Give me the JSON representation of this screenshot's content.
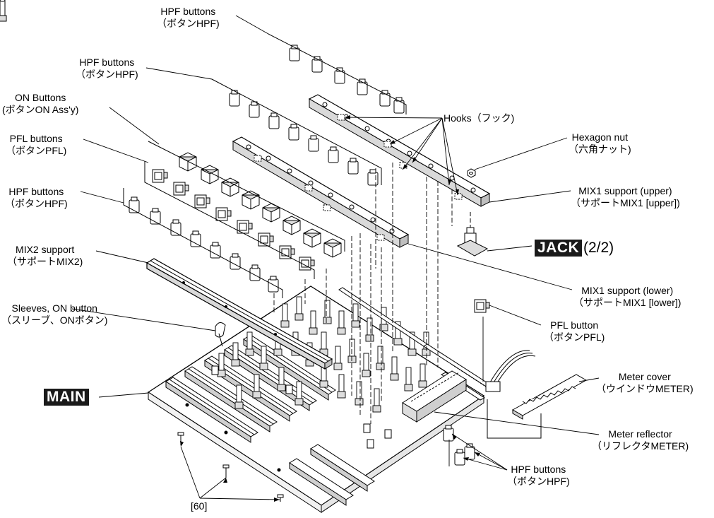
{
  "labels": {
    "hpf_top": {
      "en": "HPF buttons",
      "jp": "（ボタンHPF)"
    },
    "hpf_second": {
      "en": "HPF buttons",
      "jp": "（ボタンHPF)"
    },
    "on_buttons": {
      "en": "ON Buttons",
      "jp": "(ボタンON Ass'y)"
    },
    "pfl_buttons": {
      "en": "PFL buttons",
      "jp": "（ボタンPFL)"
    },
    "hpf_left": {
      "en": "HPF buttons",
      "jp": "（ボタンHPF)"
    },
    "mix2_support": {
      "en": "MIX2 support",
      "jp": "（サポートMIX2)"
    },
    "sleeves": {
      "en": "Sleeves, ON button",
      "jp": "（スリーブ、ONボタン)"
    },
    "hooks": {
      "en": "Hooks（フック)"
    },
    "hex_nut": {
      "en": "Hexagon nut",
      "jp": "（六角ナット)"
    },
    "mix1_upper": {
      "en": "MIX1 support (upper)",
      "jp": "（サポートMIX1 [upper])"
    },
    "mix1_lower": {
      "en": "MIX1 support (lower)",
      "jp": "（サポートMIX1 [lower])"
    },
    "pfl_button": {
      "en": "PFL button",
      "jp": "（ボタンPFL)"
    },
    "meter_cover": {
      "en": "Meter cover",
      "jp": "（ウインドウMETER)"
    },
    "meter_reflector": {
      "en": "Meter reflector",
      "jp": "（リフレクタMETER)"
    },
    "hpf_bottom": {
      "en": "HPF buttons",
      "jp": "（ボタンHPF)"
    },
    "screw_ref": "[60]"
  },
  "badges": {
    "jack": {
      "text": "JACK",
      "suffix": "(2/2)"
    },
    "main": {
      "text": "MAIN"
    }
  },
  "colors": {
    "line": "#000000",
    "badge_bg": "#1a1a1a",
    "badge_text": "#ffffff"
  }
}
